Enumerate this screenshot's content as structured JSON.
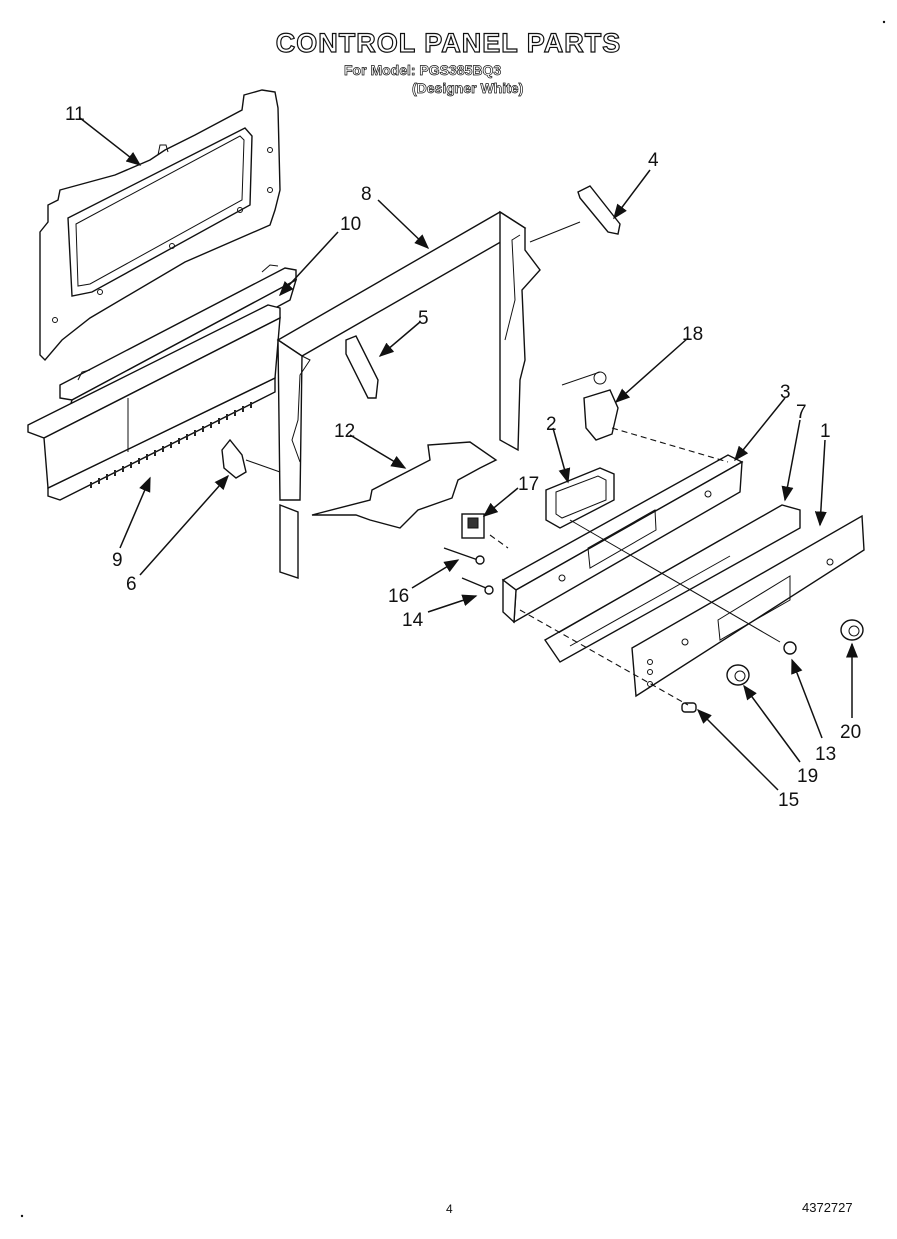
{
  "header": {
    "title": "CONTROL PANEL PARTS",
    "model_line": "For Model: PGS385BQ3",
    "finish_line": "(Designer White)"
  },
  "footer": {
    "page_number": "4",
    "document_number": "4372727"
  },
  "callouts": {
    "c1": "1",
    "c2": "2",
    "c3": "3",
    "c4": "4",
    "c5": "5",
    "c6": "6",
    "c7": "7",
    "c8": "8",
    "c9": "9",
    "c10": "10",
    "c11": "11",
    "c12": "12",
    "c13": "13",
    "c14": "14",
    "c15": "15",
    "c16": "16",
    "c17": "17",
    "c18": "18",
    "c19": "19",
    "c20": "20"
  }
}
